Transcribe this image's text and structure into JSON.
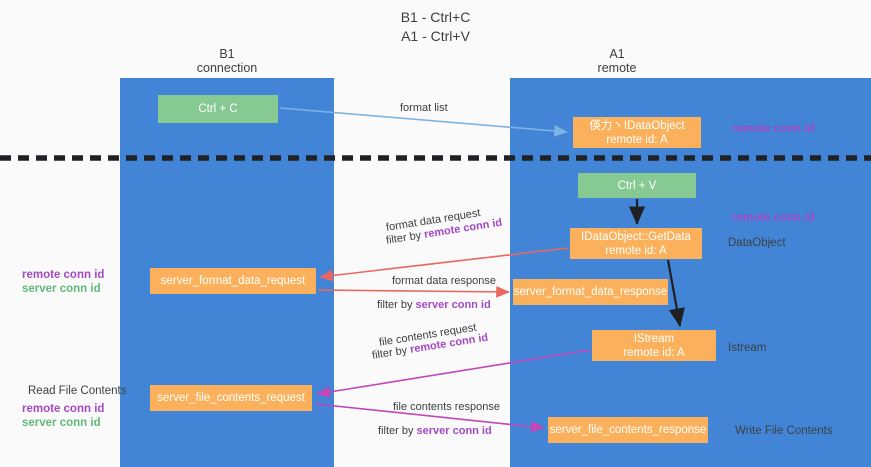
{
  "title": {
    "line1": "B1 - Ctrl+C",
    "line2": "A1 - Ctrl+V"
  },
  "columns": {
    "left": {
      "name": "B1",
      "role": "connection"
    },
    "right": {
      "name": "A1",
      "role": "remote"
    }
  },
  "nodes": {
    "ctrl_c": {
      "label": "Ctrl + C",
      "color": "#86c992"
    },
    "idataobject": {
      "line1": "偀⼒丶IDataObject",
      "line2": "remote id: A",
      "color": "#fbb15c"
    },
    "ctrl_v": {
      "label": "Ctrl + V",
      "color": "#86c992"
    },
    "getdata": {
      "line1": "IDataObject::GetData",
      "line2": "remote id: A",
      "color": "#fbb15c"
    },
    "server_format_data_request": {
      "label": "server_format_data_request",
      "color": "#fbb15c"
    },
    "server_format_data_response": {
      "label": "server_format_data_response",
      "color": "#fbb15c"
    },
    "istream": {
      "line1": "IStream",
      "line2": "remote id: A",
      "color": "#fbb15c"
    },
    "server_file_contents_request": {
      "label": "server_file_contents_request",
      "color": "#fbb15c"
    },
    "server_file_contents_response": {
      "label": "server_file_contents_response",
      "color": "#fbb15c"
    }
  },
  "arrow_labels": {
    "format_list": "format list",
    "format_data_request": "format data request",
    "format_data_request_filter_prefix": "filter by ",
    "format_data_request_filter_key": "remote conn id",
    "format_data_response": "format data response",
    "format_data_response_filter_prefix": "filter by ",
    "format_data_response_filter_key": "server conn id",
    "file_contents_request": "file contents request",
    "file_contents_request_filter_prefix": "filter by ",
    "file_contents_request_filter_key": "remote conn id",
    "file_contents_response": "file contents response",
    "file_contents_response_filter_prefix": "filter by ",
    "file_contents_response_filter_key": "server conn id"
  },
  "side_labels": {
    "right_remote_conn_id_top": "remote conn id",
    "right_remote_conn_id_mid": "remote conn id",
    "dataobject": "DataObject",
    "istream": "Istream",
    "write_file_contents": "Write File Contents",
    "left_remote_conn_id_mid": "remote conn id",
    "left_server_conn_id_mid": "server conn id",
    "read_file_contents": "Read File Contents",
    "left_remote_conn_id_bottom": "remote conn id",
    "left_server_conn_id_bottom": "server conn id"
  },
  "colors": {
    "column_blue": "#4285d6",
    "node_green": "#86c992",
    "node_orange": "#fbb15c",
    "accent_purple": "#a349c4",
    "accent_green": "#62b97a",
    "arrow_blue": "#7fb2e5",
    "arrow_red": "#e8685f",
    "arrow_magenta": "#c346b8",
    "arrow_black": "#202124",
    "divider": "#202124"
  }
}
